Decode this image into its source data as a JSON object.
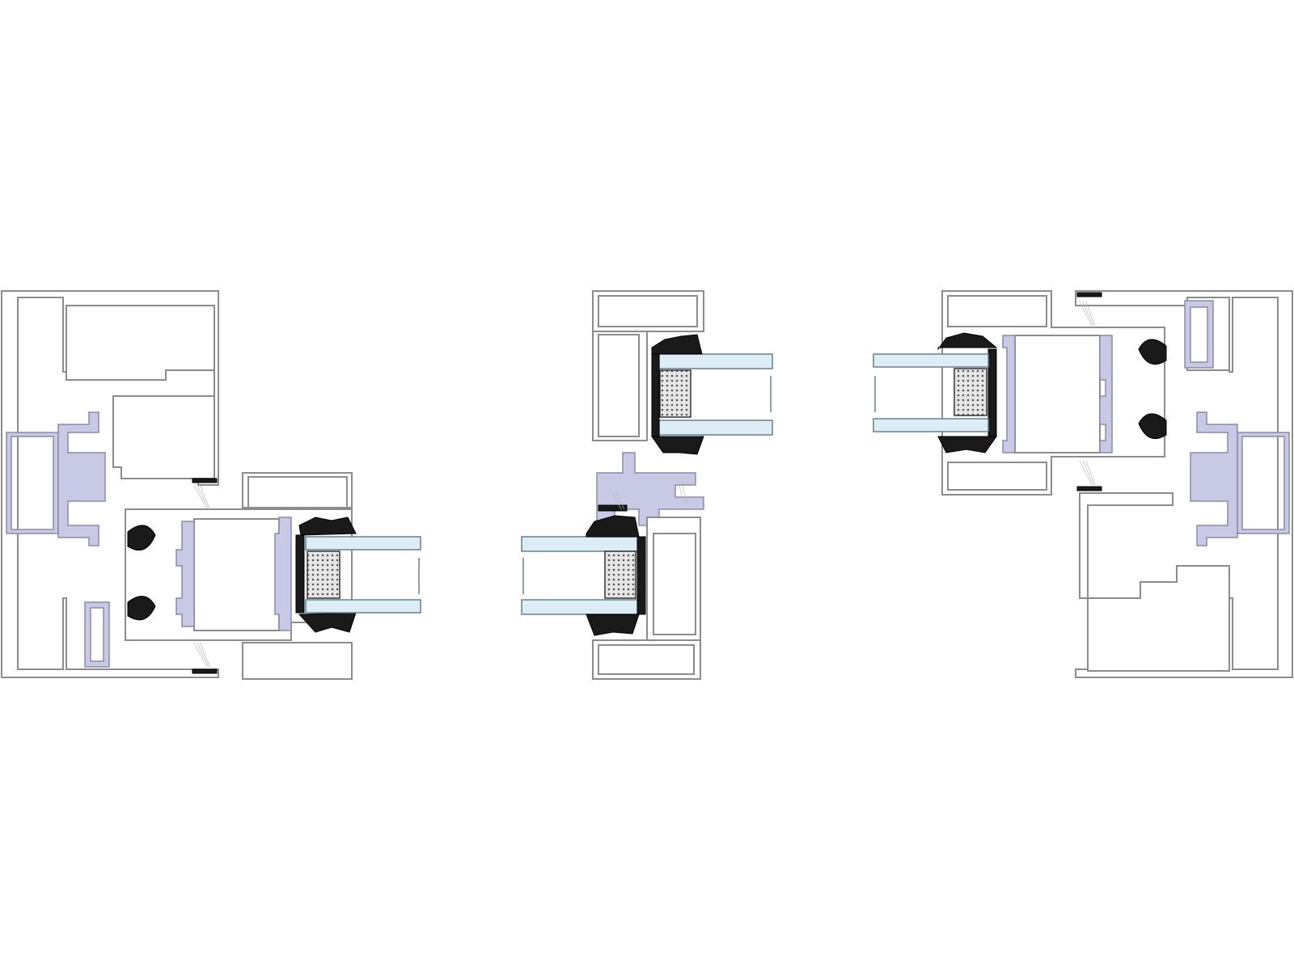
{
  "diagram": {
    "kind": "aluminium window profile cross-sections",
    "colors": {
      "aluminium_stroke": "#8c8c8c",
      "aluminium_fill": "#dcdcdc",
      "thermal_break": "#c8c9e4",
      "gasket": "#1a1a1a",
      "glass": "#dcedf5",
      "background": "#ffffff"
    },
    "sections": [
      {
        "id": "left-frame-sash-section"
      },
      {
        "id": "center-mullion-meeting-section"
      },
      {
        "id": "right-frame-sash-section"
      }
    ]
  }
}
